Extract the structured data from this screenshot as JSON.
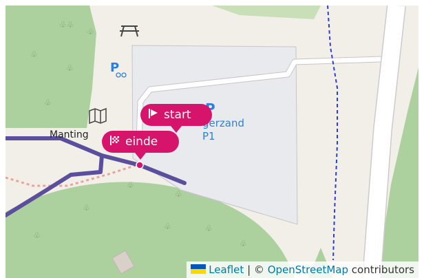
{
  "map": {
    "labels": {
      "place": "Manting",
      "parking_name_line1": "gerzand",
      "parking_name_line2": "P1",
      "parking_symbol": "P"
    },
    "markers": {
      "start": {
        "label": "start",
        "icon": "flag-icon"
      },
      "end": {
        "label": "einde",
        "icon": "checkered-flag-icon"
      }
    },
    "colors": {
      "background": "#f2efe9",
      "forest": "#add19e",
      "parking": "#eeeeee",
      "route": "#5b4e9c",
      "marker": "#d6146b",
      "footpath": "#2a3cdb"
    }
  },
  "attribution": {
    "leaflet": "Leaflet",
    "separator": "|",
    "copyright": "©",
    "osm": "OpenStreetMap",
    "suffix": "contributors",
    "flag_colors": [
      "#0057b7",
      "#ffd700"
    ]
  }
}
